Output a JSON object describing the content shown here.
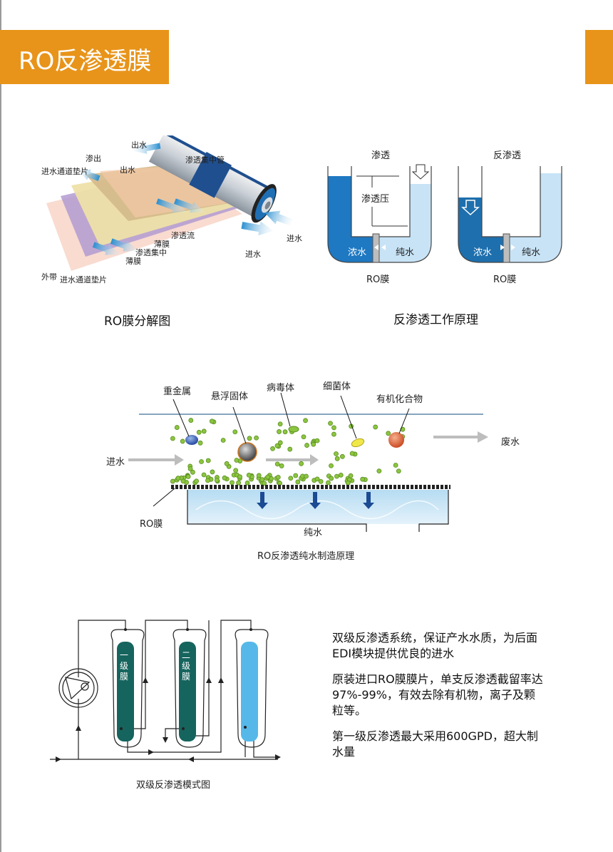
{
  "header": {
    "title": "RO反渗透膜",
    "accent_color": "#e8941a"
  },
  "figure1": {
    "caption": "RO膜分解图",
    "labels": {
      "out_water_top": "出水",
      "out_water": "出水",
      "seep_out": "渗出",
      "feed_spacer_top": "进水通道垫片",
      "permeate_tube": "渗透集中管",
      "permeate_flow": "渗透流",
      "film1": "薄膜",
      "permeate_collect": "渗透集中",
      "film2": "薄膜",
      "outer_band": "外带",
      "feed_spacer_bottom": "进水通道垫片",
      "in_water_right": "进水",
      "in_water_bottom": "进水"
    }
  },
  "figure2": {
    "caption": "反渗透工作原理",
    "left": {
      "title": "渗透",
      "pressure": "渗透压",
      "concentrate": "浓水",
      "pure": "纯水",
      "membrane": "RO膜"
    },
    "right": {
      "title": "反渗透",
      "concentrate": "浓水",
      "pure": "纯水",
      "membrane": "RO膜"
    }
  },
  "figure3": {
    "caption": "RO反渗透纯水制造原理",
    "labels": {
      "heavy_metal": "重金属",
      "suspended_solids": "悬浮固体",
      "virus": "病毒体",
      "bacteria": "细菌体",
      "organics": "有机化合物",
      "feed": "进水",
      "waste": "废水",
      "membrane": "RO膜",
      "pure": "纯水"
    }
  },
  "figure4": {
    "caption": "双级反渗透模式图",
    "stage1": "一级膜",
    "stage2": "二级膜"
  },
  "description": {
    "paragraphs": [
      "双级反渗透系统，保证产水水质，为后面EDI模块提供优良的进水",
      "原装进口RO膜膜片，单支反渗透截留率达97%-99%，有效去除有机物，离子及颗粒等。",
      "第一级反渗透最大采用600GPD，超大制水量"
    ]
  }
}
